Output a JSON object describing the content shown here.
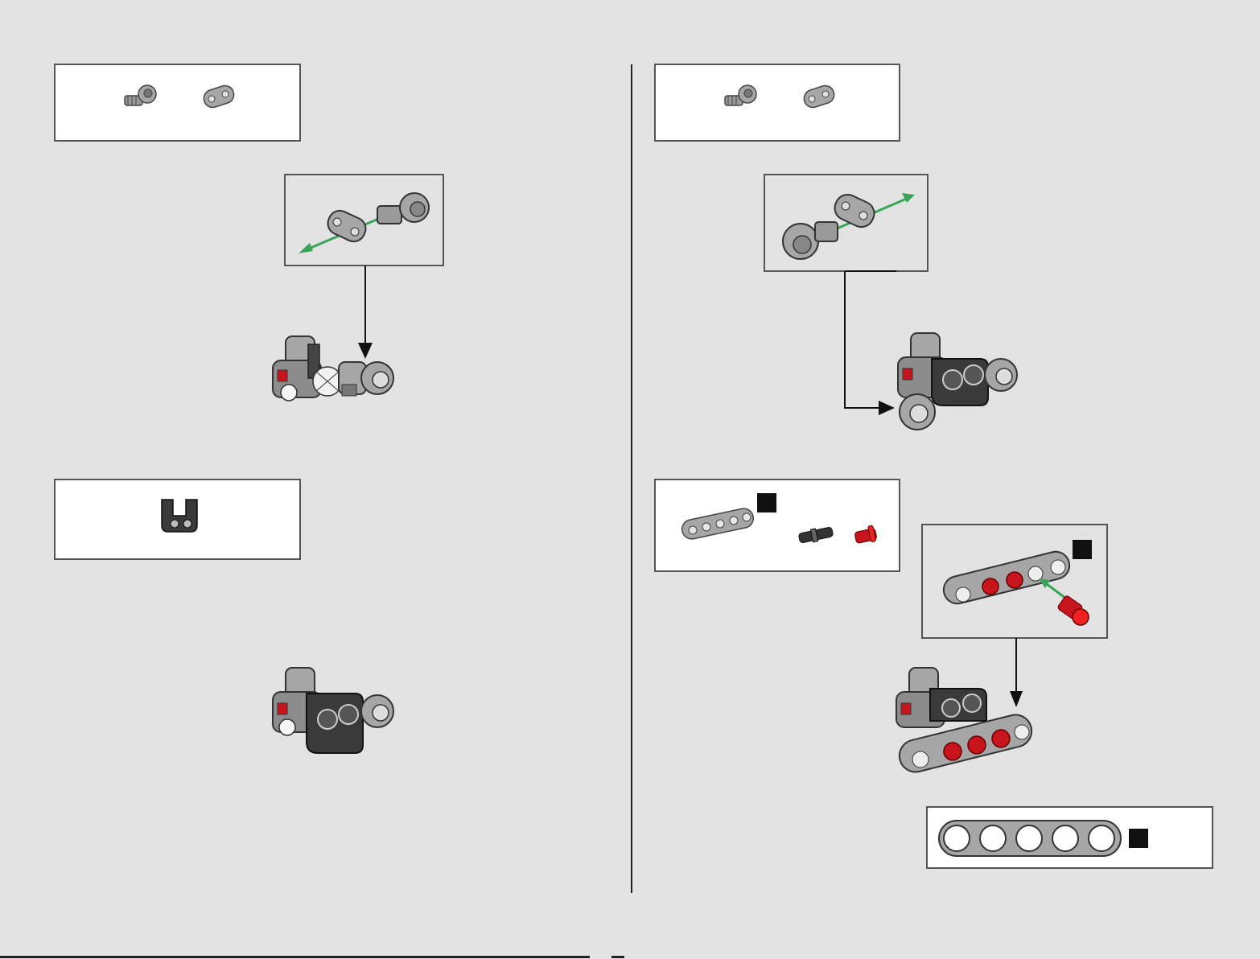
{
  "document": {
    "type": "building-instructions",
    "pages": [
      "left",
      "right"
    ],
    "page_numbers": {
      "left": "",
      "right": ""
    }
  },
  "steps": [
    {
      "page": "left",
      "parts": [
        "axle-pin-with-bushing-gray",
        "cross-block-2-hole-gray"
      ],
      "submodel": "connector-pin-into-block",
      "result": "assembly-with-connector"
    },
    {
      "page": "left",
      "parts": [
        "u-shaped-frame-dark-gray"
      ],
      "result": "assembly-with-frame"
    },
    {
      "page": "right",
      "parts": [
        "axle-pin-with-bushing-gray",
        "cross-block-2-hole-gray"
      ],
      "submodel": "connector-pin-into-block-mirrored",
      "result": "assembly-with-second-connector"
    },
    {
      "page": "right",
      "parts": [
        "beam-5-gray",
        "pin-3l-dark-gray",
        "pin-red"
      ],
      "submodel": "beam-with-red-pins",
      "result": "assembly-with-beam"
    }
  ],
  "colors": {
    "background": "#e3e3e3",
    "box_border": "#555555",
    "arrow_green": "#3aa35a",
    "part_light_gray": "#a6a6a6",
    "part_dark_gray": "#3a3a3a",
    "part_red": "#c8141c"
  },
  "scale_callout": {
    "beam_holes": 5
  }
}
